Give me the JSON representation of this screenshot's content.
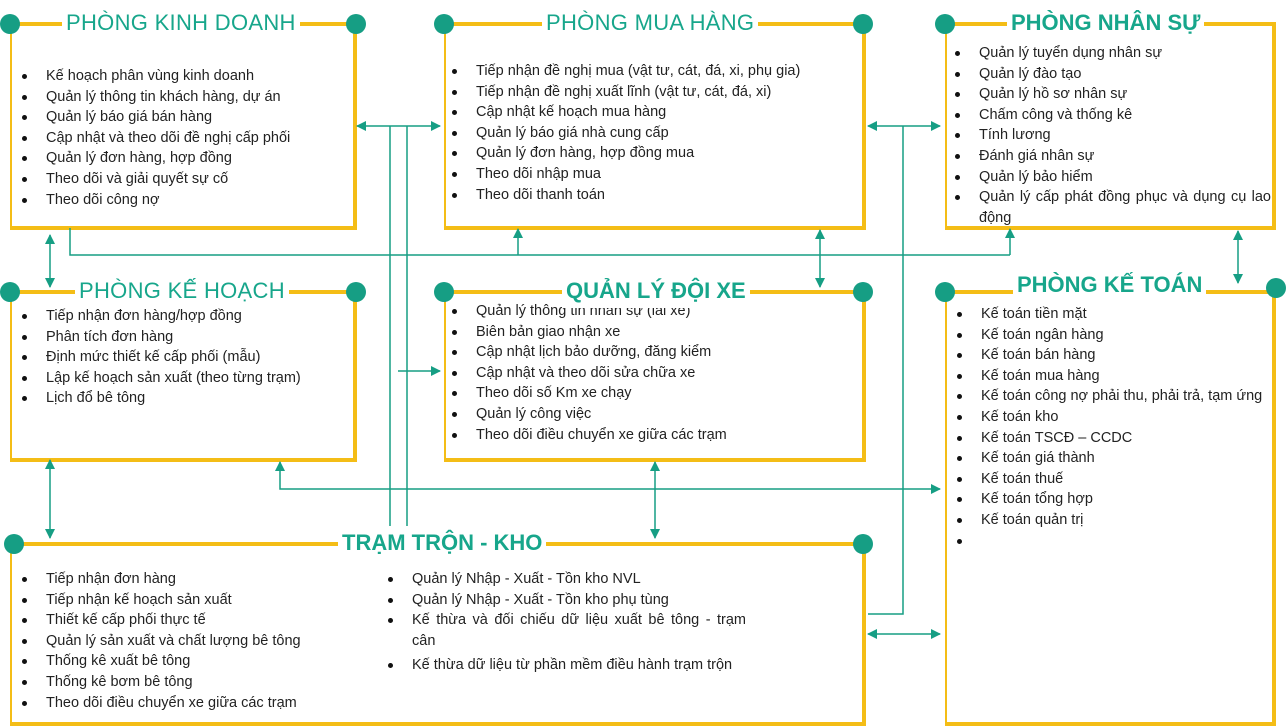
{
  "colors": {
    "box_border": "#F4BD16",
    "title_text": "#17A68B",
    "connector": "#169E84",
    "node_dot": "#169E84",
    "item_text": "#222222"
  },
  "departments": {
    "kinh_doanh": {
      "title": "PHÒNG KINH DOANH",
      "items": [
        "Kế hoạch phân vùng kinh doanh",
        "Quản lý thông tin khách hàng, dự án",
        "Quản lý báo giá bán hàng",
        "Cập nhật và theo dõi đề nghị cấp phối",
        "Quản lý đơn hàng, hợp đồng",
        "Theo dõi và giải quyết sự cố",
        "Theo dõi công nợ"
      ]
    },
    "mua_hang": {
      "title": "PHÒNG MUA HÀNG",
      "items": [
        "Tiếp nhận đề nghị mua (vật tư, cát, đá, xi, phụ gia)",
        "Tiếp nhận đề nghị xuất lĩnh (vật tư, cát, đá, xi)",
        "Cập nhật kế hoạch mua hàng",
        "Quản lý báo giá nhà cung cấp",
        "Quản lý đơn hàng, hợp đồng mua",
        "Theo dõi nhập mua",
        "Theo dõi thanh toán"
      ]
    },
    "nhan_su": {
      "title": "PHÒNG NHÂN SỰ",
      "items": [
        "Quản lý tuyển dụng nhân sự",
        "Quản lý đào tạo",
        "Quản lý hồ sơ nhân sự",
        "Chấm công và thống kê",
        "Tính lương",
        "Đánh giá nhân sự",
        "Quản lý bảo hiểm",
        "Quản lý cấp phát đồng phục và dụng cụ lao động"
      ]
    },
    "ke_hoach": {
      "title": "PHÒNG KẾ HOẠCH",
      "items": [
        "Tiếp nhận đơn hàng/hợp đồng",
        "Phân tích đơn hàng",
        "Định mức thiết kế cấp phối (mẫu)",
        "Lập kế hoạch sản xuất (theo từng trạm)",
        "Lịch đổ bê tông"
      ]
    },
    "doi_xe": {
      "title": "QUẢN LÝ ĐỘI XE",
      "items": [
        "Quản lý thông tin nhân sự (lái xe)",
        "Biên bản giao nhận xe",
        "Cập nhật lịch bảo dưỡng, đăng kiểm",
        "Cập nhật và theo dõi sửa chữa xe",
        "Theo dõi số Km xe chạy",
        "Quản lý công việc",
        "Theo dõi điều chuyển xe giữa các trạm"
      ]
    },
    "ke_toan": {
      "title": "PHÒNG KẾ TOÁN",
      "items": [
        "Kế toán tiền mặt",
        "Kế toán ngân hàng",
        "Kế toán bán hàng",
        "Kế toán mua hàng",
        "Kế toán công nợ phải thu, phải trả, tạm ứng",
        "Kế toán kho",
        "Kế toán TSCĐ – CCDC",
        "Kế toán giá thành",
        "Kế toán thuế",
        "Kế toán tổng hợp",
        "Kế toán quản trị",
        ""
      ]
    },
    "tram_tron": {
      "title": "TRẠM TRỘN - KHO",
      "items_left": [
        "Tiếp nhận đơn hàng",
        "Tiếp nhận kế hoạch sản xuất",
        "Thiết kế cấp phối thực tế",
        "Quản lý sản xuất và chất lượng bê tông",
        "Thống kê xuất bê tông",
        "Thống kê bơm bê tông",
        "Theo dõi điều chuyển xe giữa các trạm"
      ],
      "items_right": [
        "Quản lý Nhập - Xuất - Tồn kho NVL",
        "Quản lý Nhập - Xuất - Tồn kho phụ tùng",
        "Kế thừa và đối chiếu dữ liệu xuất bê tông - trạm cân",
        "Kế thừa dữ liệu từ phần mềm điều hành trạm trộn"
      ]
    }
  }
}
